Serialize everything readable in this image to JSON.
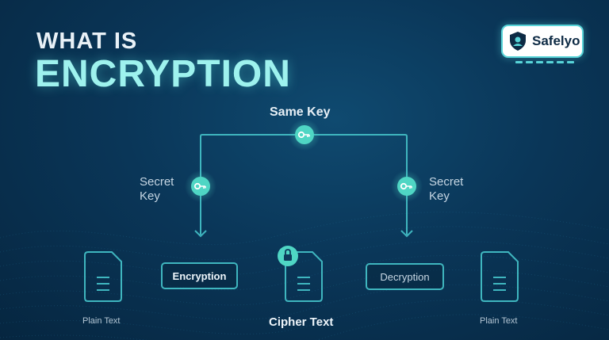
{
  "heading": {
    "line1": "WHAT IS",
    "line2": "ENCRYPTION"
  },
  "logo": {
    "text": "Safelyo",
    "icon": "shield-person-icon"
  },
  "diagram": {
    "same_key": "Same Key",
    "secret_key_left": "Secret\nKey",
    "secret_key_right": "Secret\nKey",
    "encryption": "Encryption",
    "decryption": "Decryption",
    "plain_text_left": "Plain Text",
    "plain_text_right": "Plain Text",
    "cipher_text": "Cipher Text"
  },
  "icons": [
    "key-icon",
    "document-icon",
    "lock-icon",
    "arrow-down-icon"
  ],
  "colors": {
    "accent": "#9ef2ee",
    "line": "#3fb6bf",
    "key_badge": "#4fd6c4",
    "background": "#0a3658"
  }
}
